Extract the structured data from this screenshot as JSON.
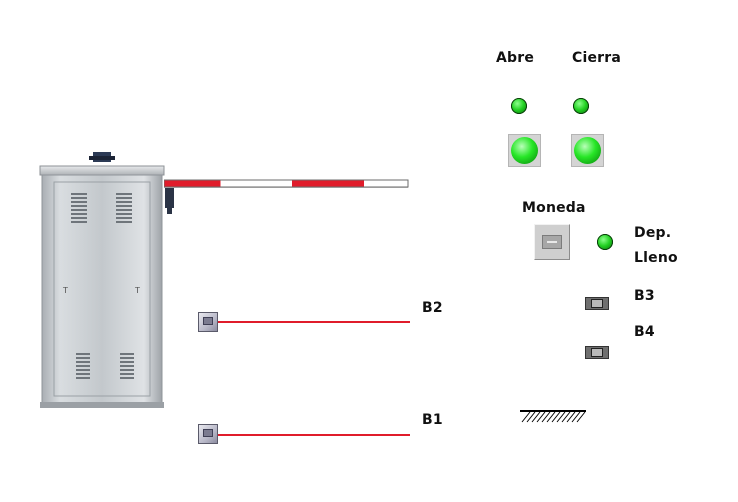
{
  "labels": {
    "abre": "Abre",
    "cierra": "Cierra",
    "moneda": "Moneda",
    "dep_line1": "Dep.",
    "dep_line2": "Lleno",
    "b3": "B3",
    "b4": "B4",
    "b2": "B2",
    "b1": "B1"
  },
  "icons": {
    "abre_indicator": "green-led-icon",
    "cierra_indicator": "green-led-icon",
    "abre_button": "green-push-button-icon",
    "cierra_button": "green-push-button-icon",
    "coin_button": "coin-slot-icon",
    "dep_indicator": "green-led-icon",
    "b3_switch": "limit-switch-icon",
    "b4_switch": "limit-switch-icon",
    "sensor_b2": "photo-sensor-icon",
    "sensor_b1": "photo-sensor-icon",
    "ground": "ground-hatch-icon"
  },
  "colors": {
    "beam": "#e01c2b",
    "led_green": "#22d122",
    "barrier_red": "#e01c2b",
    "cabinet_steel": "#c8ccd0"
  }
}
